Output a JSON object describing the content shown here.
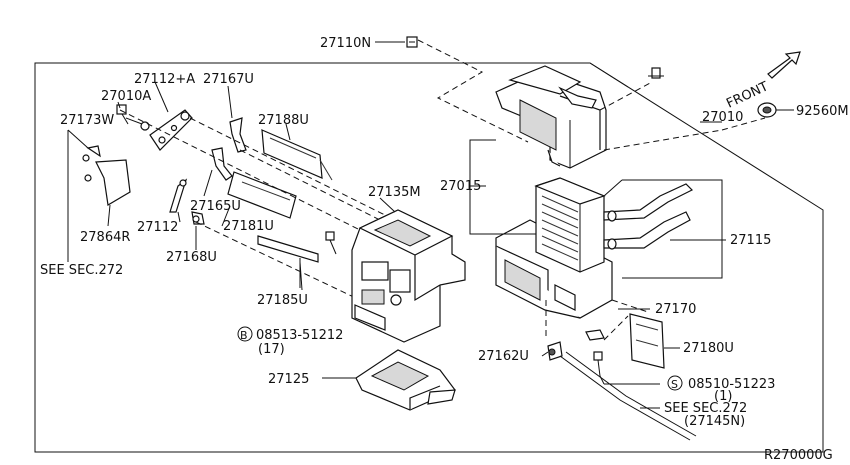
{
  "labels": {
    "p27110N": "27110N",
    "p27112A": "27112+A",
    "p27167U": "27167U",
    "p27010A": "27010A",
    "p27173W": "27173W",
    "p27188U": "27188U",
    "p27135M": "27135M",
    "p27015": "27015",
    "p27010": "27010",
    "p92560M": "92560M",
    "p27165U": "27165U",
    "p27112": "27112",
    "p27181U": "27181U",
    "p27864R": "27864R",
    "p27168U": "27168U",
    "p27115": "27115",
    "see272a": "SEE SEC.272",
    "p27185U": "27185U",
    "p27170": "27170",
    "bolt_code": "08513-51212",
    "bolt_qty": "(17)",
    "bolt_symbol": "B",
    "p27180U": "27180U",
    "p27162U": "27162U",
    "screw_code": "08510-51223",
    "screw_qty": "(1)",
    "screw_symbol": "S",
    "p27125": "27125",
    "see272b": "SEE SEC.272",
    "p27145N": "(27145N)",
    "front": "FRONT",
    "ref": "R270000G"
  }
}
